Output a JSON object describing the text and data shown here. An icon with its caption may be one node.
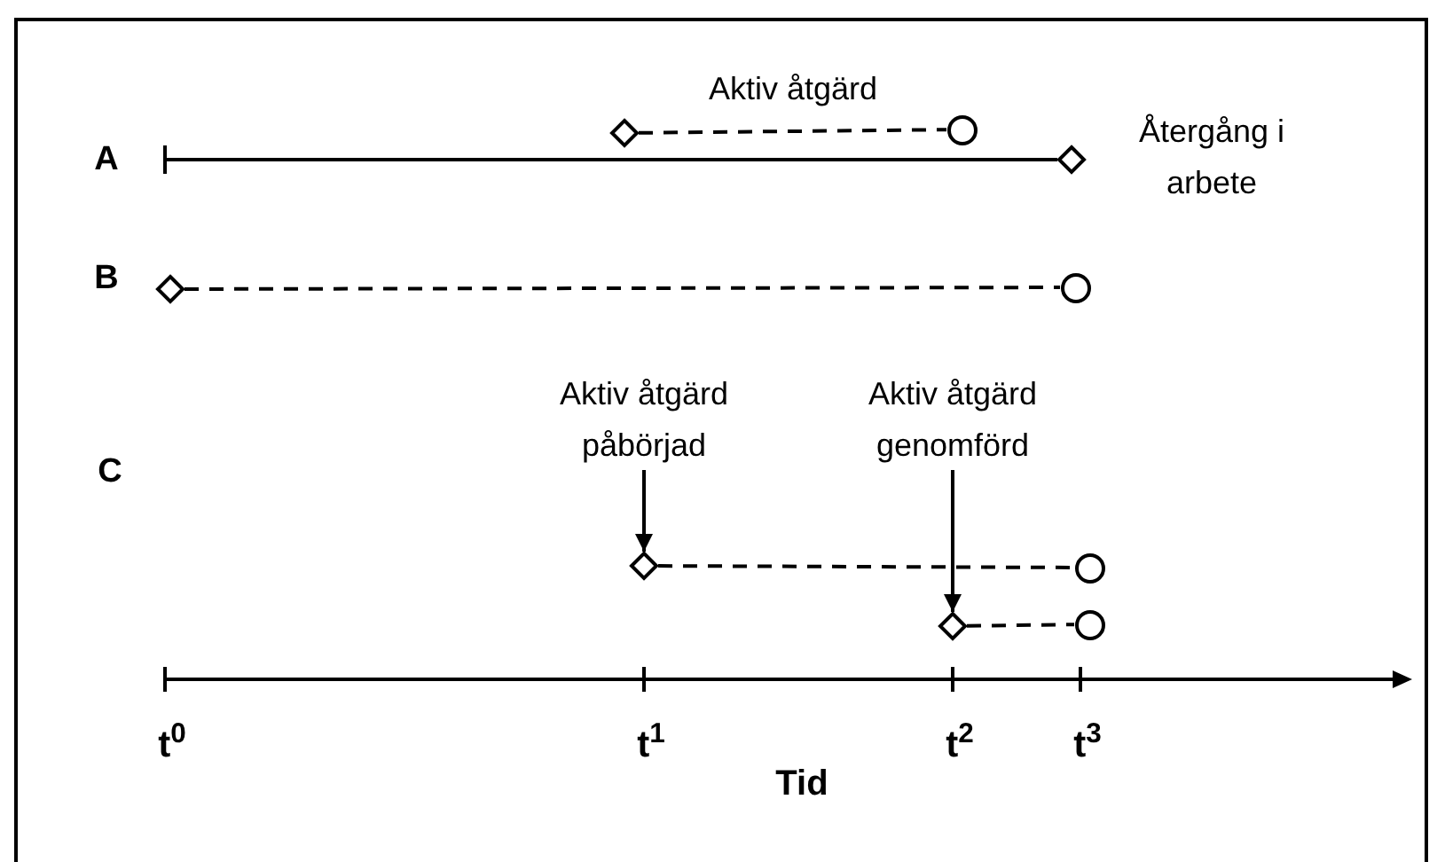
{
  "diagram": {
    "nodes": [
      {
        "text": [],
        "shape": "bar"
      },
      {
        "text": [],
        "shape": "diamond",
        "beside": [
          "Återgång i arbete"
        ]
      },
      {
        "text": [],
        "shape": "diamond"
      },
      {
        "text": [],
        "shape": "circle"
      },
      {
        "text": [],
        "shape": "diamond"
      },
      {
        "text": [],
        "shape": "circle"
      },
      {
        "text": [
          "Aktiv åtgärd påbörjad"
        ]
      },
      {
        "text": [
          "Aktiv åtgärd genomförd"
        ]
      },
      {
        "text": [],
        "shape": "diamond"
      },
      {
        "text": [],
        "shape": "circle"
      },
      {
        "text": [],
        "shape": "diamond"
      },
      {
        "text": [],
        "shape": "circle"
      }
    ],
    "edges": [
      {
        "from": 0,
        "to": 1,
        "arrow": "none"
      },
      {
        "from": 2,
        "to": 3,
        "arrow": "none",
        "label": "Aktiv åtgärd",
        "style": "dashed"
      },
      {
        "from": 4,
        "to": 5,
        "arrow": "none",
        "style": "dashed"
      },
      {
        "from": 6,
        "to": 8,
        "arrow": "to"
      },
      {
        "from": 7,
        "to": 10,
        "arrow": "to"
      },
      {
        "from": 8,
        "to": 9,
        "arrow": "none",
        "style": "dashed"
      },
      {
        "from": 10,
        "to": 11,
        "arrow": "none",
        "style": "dashed"
      }
    ],
    "labels": [
      "A",
      "B",
      "C",
      "t$^{0}$",
      "t$^{1}$",
      "t$^{2}$",
      "t$^{3}$",
      "Tid"
    ]
  }
}
